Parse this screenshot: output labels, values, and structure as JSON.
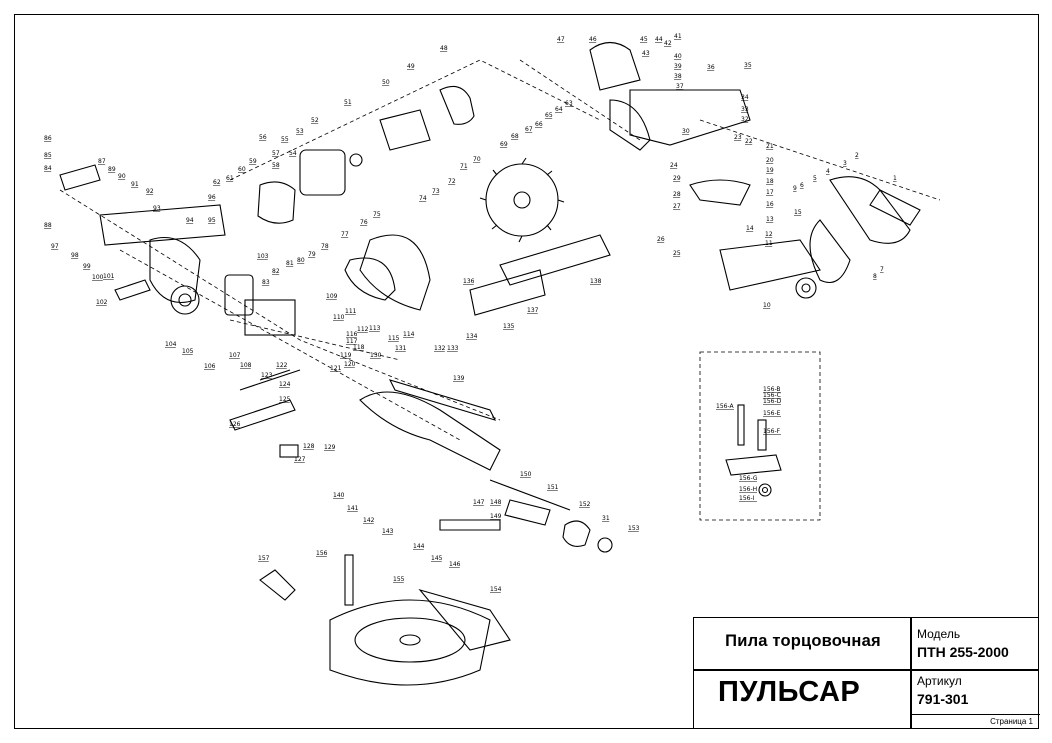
{
  "stamp": {
    "title": "Пила торцовочная",
    "brand": "ПУЛЬСАР",
    "model_label": "Модель",
    "model_value": "ПТН 255-2000",
    "article_label": "Артикул",
    "article_value": "791-301",
    "page": "Страница 1"
  },
  "callouts": [
    "1",
    "2",
    "3",
    "4",
    "5",
    "6",
    "7",
    "8",
    "9",
    "10",
    "11",
    "12",
    "13",
    "14",
    "15",
    "16",
    "17",
    "18",
    "19",
    "20",
    "21",
    "22",
    "23",
    "24",
    "25",
    "26",
    "27",
    "28",
    "29",
    "30",
    "31",
    "32",
    "33",
    "34",
    "35",
    "36",
    "37",
    "38",
    "39",
    "40",
    "41",
    "42",
    "43",
    "44",
    "45",
    "46",
    "47",
    "48",
    "49",
    "50",
    "51",
    "52",
    "53",
    "54",
    "55",
    "56",
    "57",
    "58",
    "59",
    "60",
    "61",
    "62",
    "63",
    "64",
    "65",
    "66",
    "67",
    "68",
    "69",
    "70",
    "71",
    "72",
    "73",
    "74",
    "75",
    "76",
    "77",
    "78",
    "79",
    "80",
    "81",
    "82",
    "83",
    "84",
    "85",
    "86",
    "87",
    "88",
    "89",
    "90",
    "91",
    "92",
    "93",
    "94",
    "95",
    "96",
    "97",
    "98",
    "99",
    "100",
    "101",
    "102",
    "103",
    "104",
    "105",
    "106",
    "107",
    "108",
    "109",
    "110",
    "111",
    "112",
    "113",
    "114",
    "115",
    "116",
    "117",
    "118",
    "119",
    "120",
    "121",
    "122",
    "123",
    "124",
    "125",
    "126",
    "127",
    "128",
    "129",
    "130",
    "131",
    "132",
    "133",
    "134",
    "135",
    "136",
    "137",
    "138",
    "139",
    "140",
    "141",
    "142",
    "143",
    "144",
    "145",
    "146",
    "147",
    "148",
    "149",
    "150",
    "151",
    "152",
    "153",
    "154",
    "155",
    "156",
    "157",
    "156-A",
    "156-B",
    "156-C",
    "156-D",
    "156-E",
    "156-F",
    "156-G",
    "156-H",
    "156-I"
  ],
  "colors": {
    "ink": "#000000",
    "paper": "#ffffff"
  }
}
